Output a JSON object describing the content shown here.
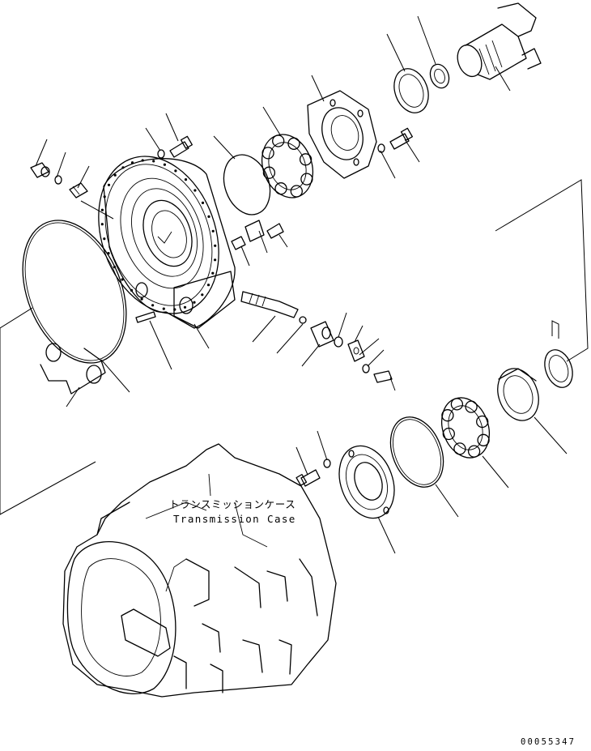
{
  "diagram": {
    "case_label_jp": "トランスミッションケース",
    "case_label_en": "Transmission Case",
    "drawing_code": "00055347"
  }
}
